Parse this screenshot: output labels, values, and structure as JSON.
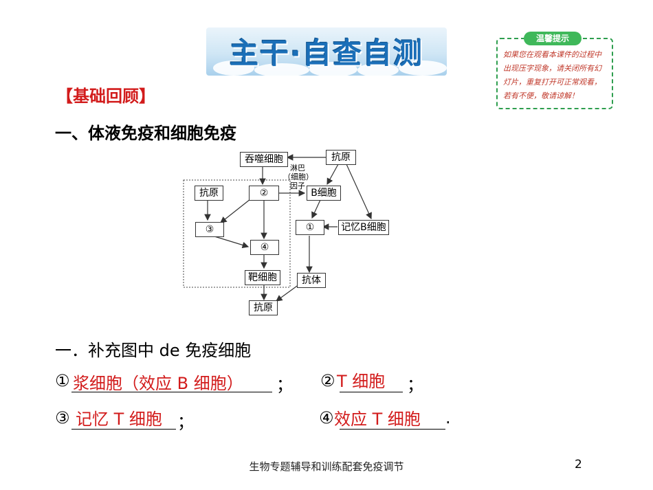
{
  "title": "主干·自查自测",
  "tip": {
    "label": "温馨提示",
    "text": "如果您在观看本课件的过程中出现压字现象，请关闭所有幻灯片，重复打开可正常观看，若有不便，敬请谅解！"
  },
  "section_label": "【基础回顾】",
  "heading": "一、体液免疫和细胞免疫",
  "diagram": {
    "engulf": "吞噬细胞",
    "antigen_top": "抗原",
    "lymph": "淋巴\n（细胞）\n因子",
    "num2": "②",
    "b_cell": "B细胞",
    "antigen_left": "抗原",
    "num3": "③",
    "num1": "①",
    "memory_b": "记忆B细胞",
    "num4": "④",
    "target": "靶细胞",
    "antibody": "抗体",
    "antigen_bottom": "抗原"
  },
  "question": "一．补充图中 de 免疫细胞",
  "answers": {
    "m1": "①",
    "a1": "浆细胞（效应 B 细胞）",
    "sep1": "；",
    "m2": "②",
    "a2": "T 细胞",
    "sep2": "；",
    "m3": "③",
    "a3": "记忆 T 细胞",
    "sep3": "；",
    "m4": "④",
    "a4": "效应 T 细胞",
    "sep4": "."
  },
  "footer": "生物专题辅导和训练配套免疫调节",
  "page_number": "2",
  "colors": {
    "answer_red": "#d21b1b",
    "title_blue": "#1b6fb8",
    "tip_green": "#3fb85a"
  }
}
